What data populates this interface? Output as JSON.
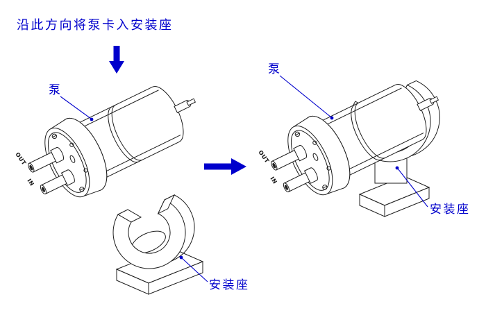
{
  "diagram": {
    "title": "沿此方向将泵卡入安装座",
    "labels": {
      "pump": "泵",
      "mount": "安装座"
    },
    "ports": {
      "out": "OUT",
      "in": "IN"
    },
    "arrows": [
      {
        "name": "insert-direction-arrow",
        "direction": "down"
      },
      {
        "name": "assembly-step-arrow",
        "direction": "right"
      }
    ],
    "colors": {
      "annotation": "#0000cc",
      "line": "#1c1c1c",
      "background": "#ffffff"
    }
  }
}
